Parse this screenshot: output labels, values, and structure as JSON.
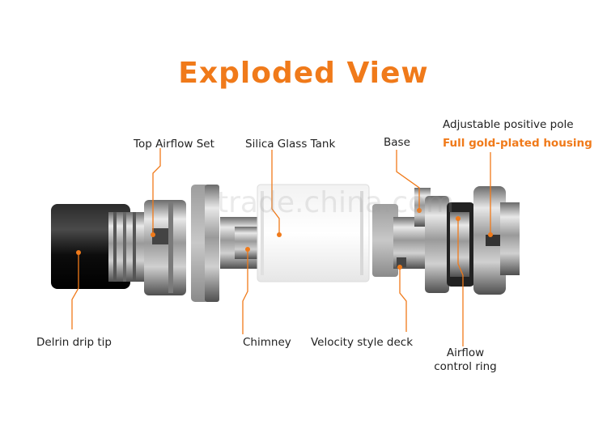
{
  "title": "Exploded View",
  "watermark": "trade.china.com",
  "colors": {
    "accent": "#f07a1a",
    "steel": "#a9a9a9",
    "black": "#111111"
  },
  "labels": {
    "top_airflow_set": "Top Airflow Set",
    "silica_glass_tank": "Silica Glass Tank",
    "base": "Base",
    "adjustable_positive_pole": "Adjustable positive pole",
    "full_gold_plated_housing": "Full gold-plated housing",
    "delrin_drip_tip": "Delrin drip tip",
    "chimney": "Chimney",
    "velocity_style_deck": "Velocity style deck",
    "airflow_line1": "Airflow",
    "airflow_line2": "control ring"
  }
}
